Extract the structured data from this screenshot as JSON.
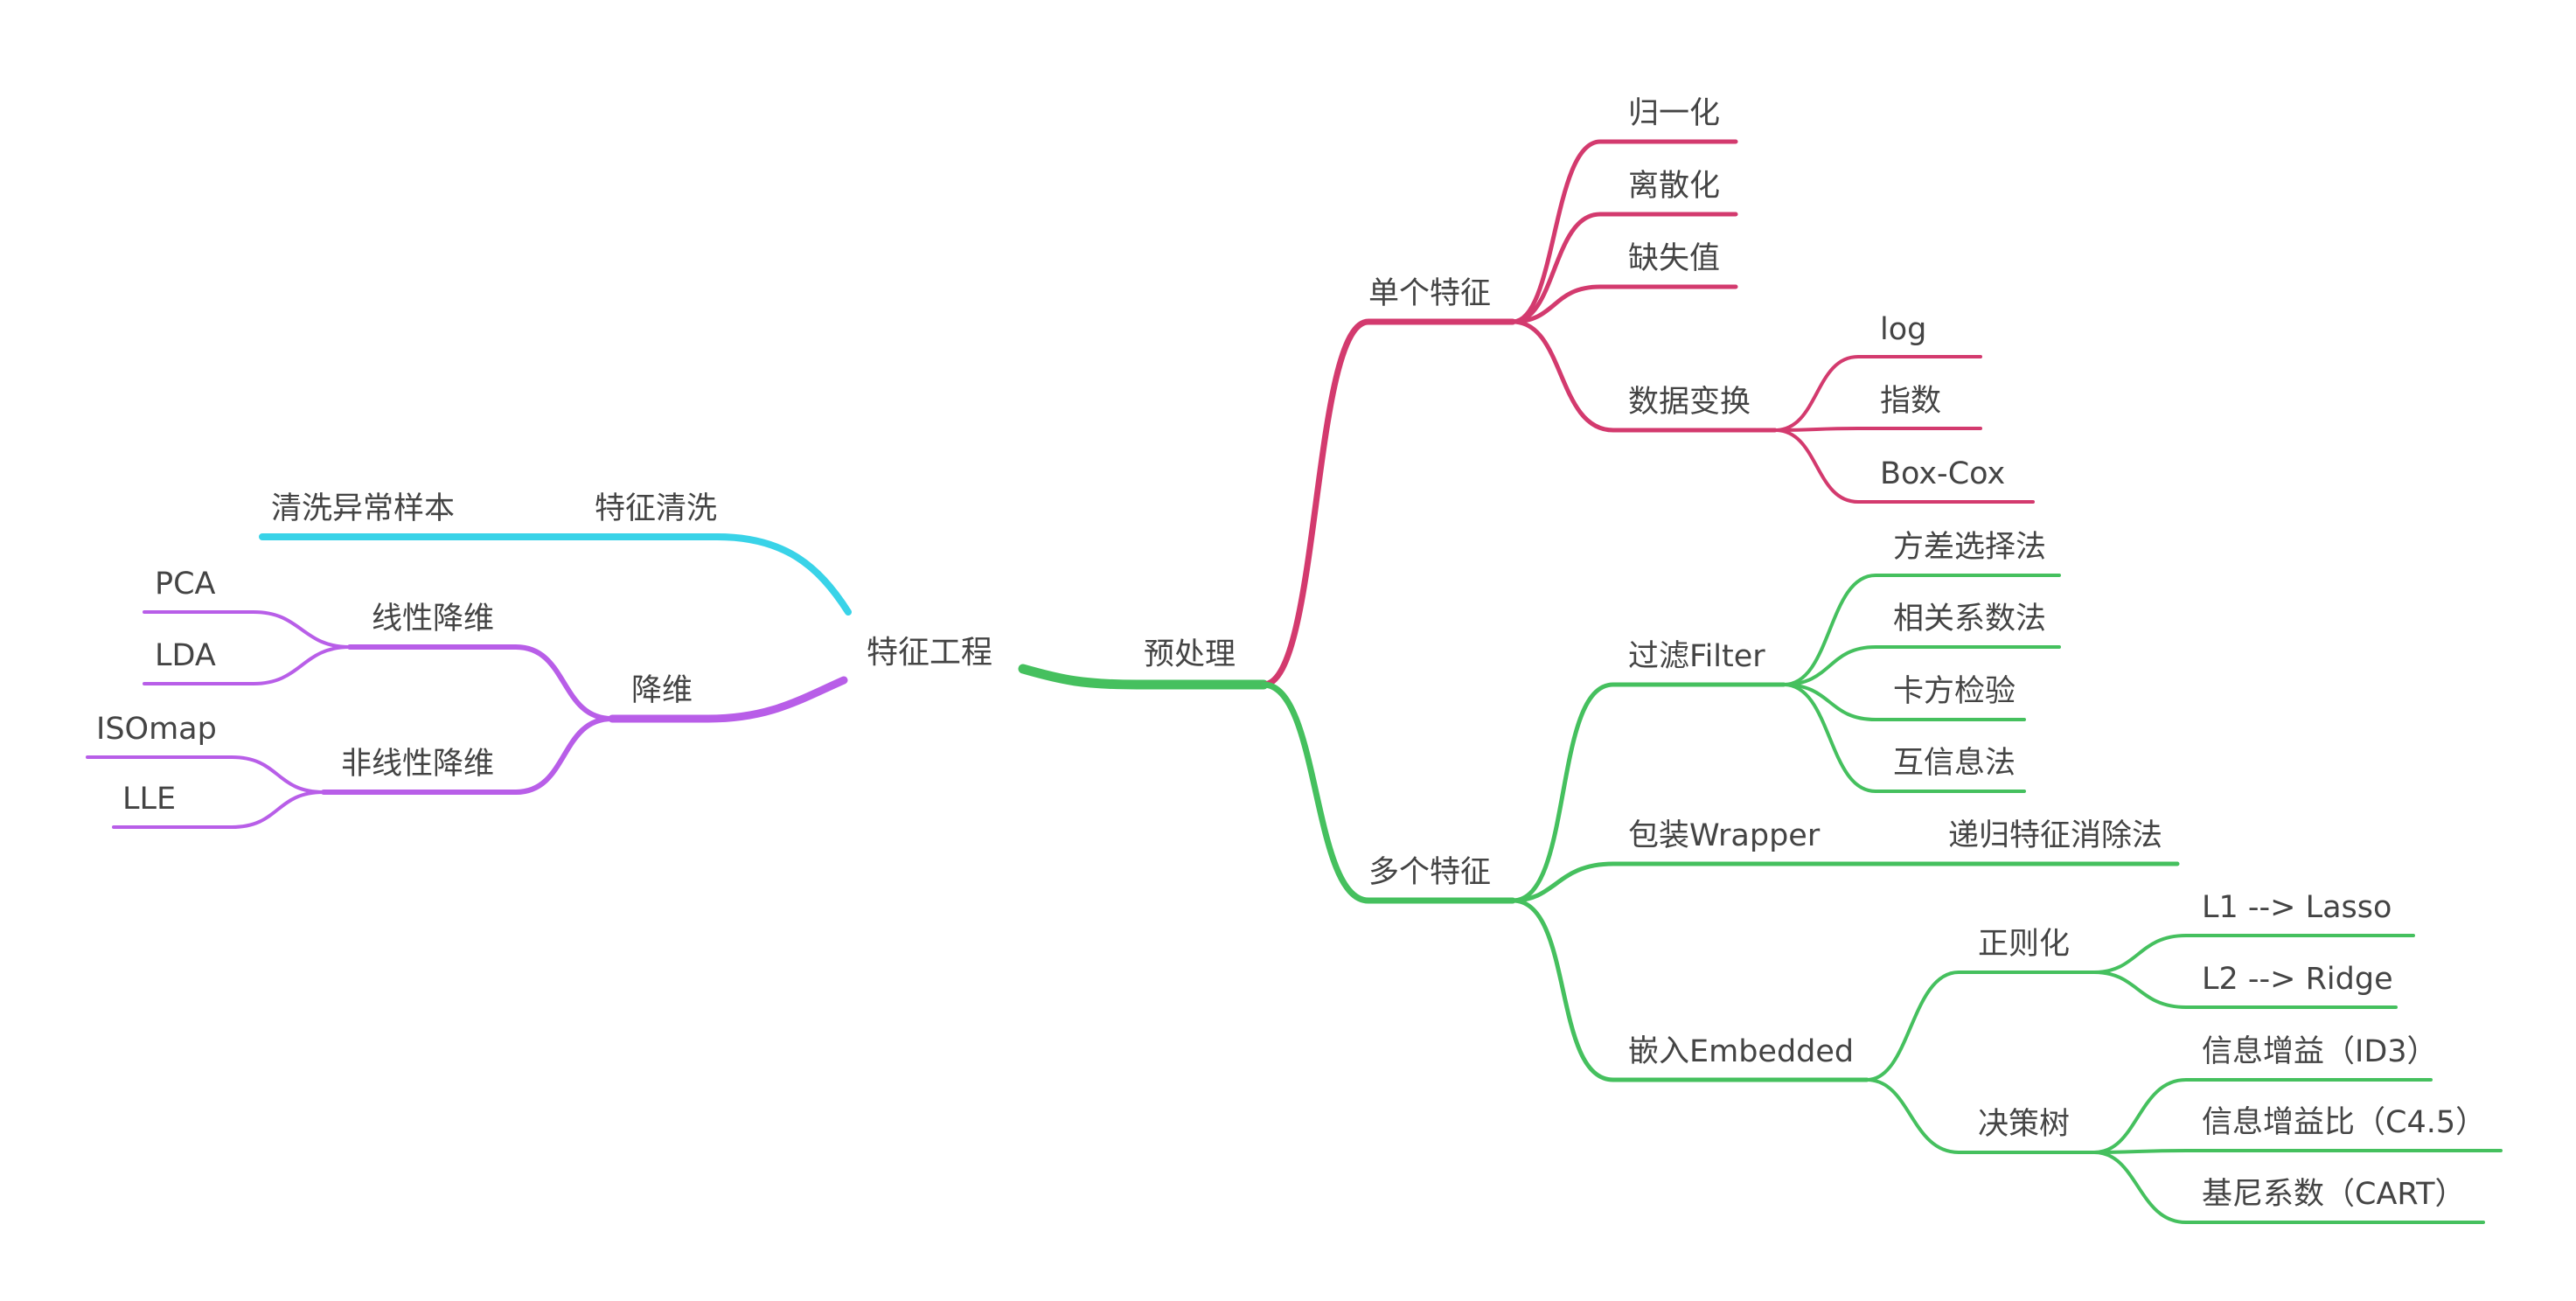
{
  "colors": {
    "root_text": "#2b8da8",
    "node_text": "#444444",
    "branch_single": "#d33a6e",
    "branch_multi": "#45c05e",
    "branch_clean": "#39d3e8",
    "branch_dimred": "#b85ee8"
  },
  "root": "特征工程",
  "preprocess": {
    "label": "预处理",
    "single": {
      "label": "单个特征",
      "items": [
        "归一化",
        "离散化",
        "缺失值"
      ],
      "transform": {
        "label": "数据变换",
        "items": [
          "log",
          "指数",
          "Box-Cox"
        ]
      }
    },
    "multi": {
      "label": "多个特征",
      "filter": {
        "label": "过滤Filter",
        "items": [
          "方差选择法",
          "相关系数法",
          "卡方检验",
          "互信息法"
        ]
      },
      "wrapper": {
        "label": "包装Wrapper",
        "items": [
          "递归特征消除法"
        ]
      },
      "embedded": {
        "label": "嵌入Embedded",
        "regularization": {
          "label": "正则化",
          "items": [
            "L1 --> Lasso",
            "L2 --> Ridge"
          ]
        },
        "tree": {
          "label": "决策树",
          "items": [
            "信息增益（ID3）",
            "信息增益比（C4.5）",
            "基尼系数（CART）"
          ]
        }
      }
    }
  },
  "cleaning": {
    "label": "特征清洗",
    "items": [
      "清洗异常样本"
    ]
  },
  "dimred": {
    "label": "降维",
    "linear": {
      "label": "线性降维",
      "items": [
        "PCA",
        "LDA"
      ]
    },
    "nonlinear": {
      "label": "非线性降维",
      "items": [
        "ISOmap",
        "LLE"
      ]
    }
  }
}
